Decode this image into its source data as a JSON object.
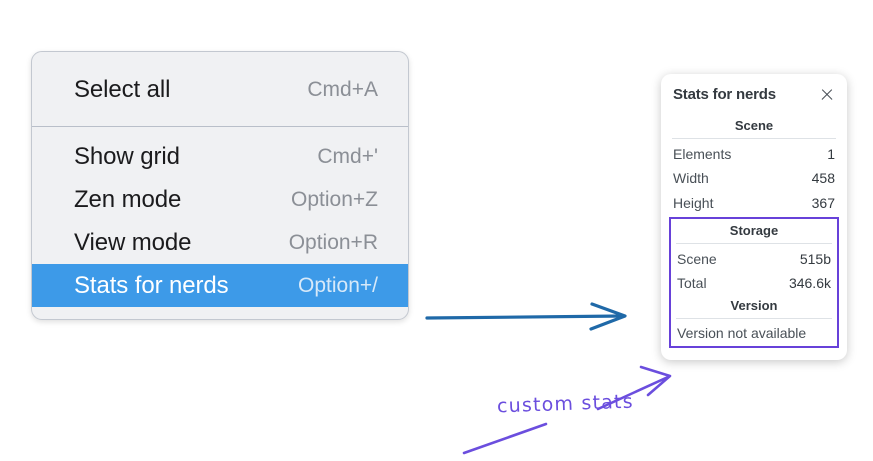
{
  "context_menu": {
    "name": "context-menu",
    "groups": [
      {
        "items": [
          {
            "label": "Select all",
            "shortcut": "Cmd+A",
            "selected": false,
            "name": "menu-item-select-all"
          }
        ]
      },
      {
        "items": [
          {
            "label": "Show grid",
            "shortcut": "Cmd+'",
            "selected": false,
            "name": "menu-item-show-grid"
          },
          {
            "label": "Zen mode",
            "shortcut": "Option+Z",
            "selected": false,
            "name": "menu-item-zen-mode"
          },
          {
            "label": "View mode",
            "shortcut": "Option+R",
            "selected": false,
            "name": "menu-item-view-mode"
          },
          {
            "label": "Stats for nerds",
            "shortcut": "Option+/",
            "selected": true,
            "name": "menu-item-stats-for-nerds"
          }
        ]
      }
    ]
  },
  "stats_panel": {
    "title": "Stats for nerds",
    "close_icon": "close-icon",
    "scene": {
      "heading": "Scene",
      "rows": [
        {
          "label": "Elements",
          "value": "1"
        },
        {
          "label": "Width",
          "value": "458"
        },
        {
          "label": "Height",
          "value": "367"
        }
      ]
    },
    "storage": {
      "heading": "Storage",
      "rows": [
        {
          "label": "Scene",
          "value": "515b"
        },
        {
          "label": "Total",
          "value": "346.6k"
        }
      ]
    },
    "version": {
      "heading": "Version",
      "text": "Version not available"
    }
  },
  "annotations": {
    "handwritten_label": "custom stats",
    "arrow_blue_color": "#1f69a8",
    "arrow_purple_color": "#6b4ede",
    "highlight_box_color": "#6741d9"
  }
}
